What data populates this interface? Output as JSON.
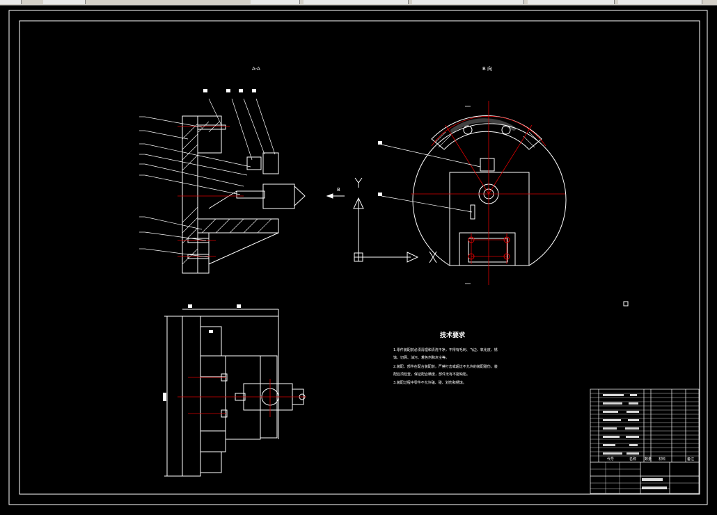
{
  "views": {
    "section_label": "A-A",
    "direction_label": "B 向",
    "arrow_label": "B"
  },
  "tech_requirements": {
    "title": "技术要求",
    "lines": [
      "1.零件装配前必须清理和清洗干净，不得有毛刺、飞边、氧化皮、锈",
      "蚀、切屑、油污、着色剂和灰尘等。",
      "2.装配、部件在配合装配前，严禁打击或超过不允许的装配碰伤，装",
      "配后须检查，保证配合精度，部件无有不能缺陷。",
      "3.装配过程中零件不允许磕、碰、划伤和锈蚀。"
    ]
  },
  "title_block": {
    "col_headers": [
      "代号",
      "名称",
      "数量",
      "材料",
      "备注"
    ]
  },
  "axes": {
    "y": "Y",
    "x": "X"
  }
}
